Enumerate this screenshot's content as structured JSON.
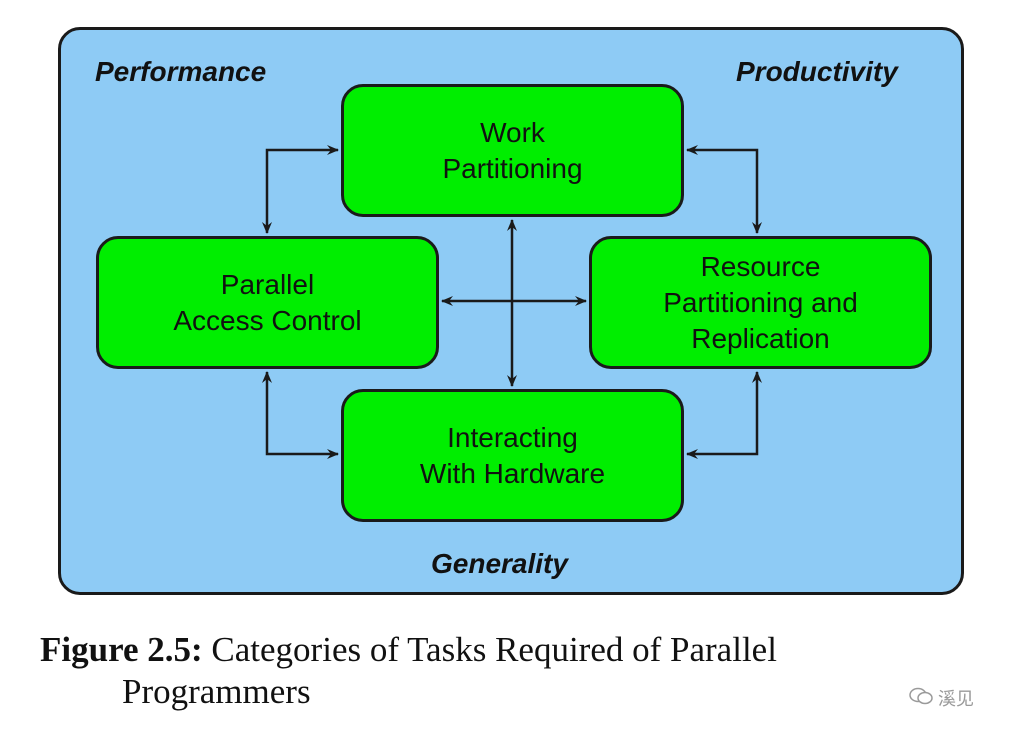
{
  "corners": {
    "performance": "Performance",
    "productivity": "Productivity",
    "generality": "Generality"
  },
  "boxes": {
    "work_partitioning": "Work\nPartitioning",
    "parallel_access_control": "Parallel\nAccess Control",
    "resource_partitioning": "Resource\nPartitioning and\nReplication",
    "interacting_with_hardware": "Interacting\nWith Hardware"
  },
  "caption": {
    "lead": "Figure 2.5:",
    "text_line1": "Categories of Tasks Required of Parallel",
    "text_line2": "Programmers"
  },
  "watermark": {
    "icon": "wechat-icon",
    "text": "溪见"
  },
  "colors": {
    "panel": "#8ecbf5",
    "box": "#00ee00",
    "stroke": "#1a1a1a"
  }
}
